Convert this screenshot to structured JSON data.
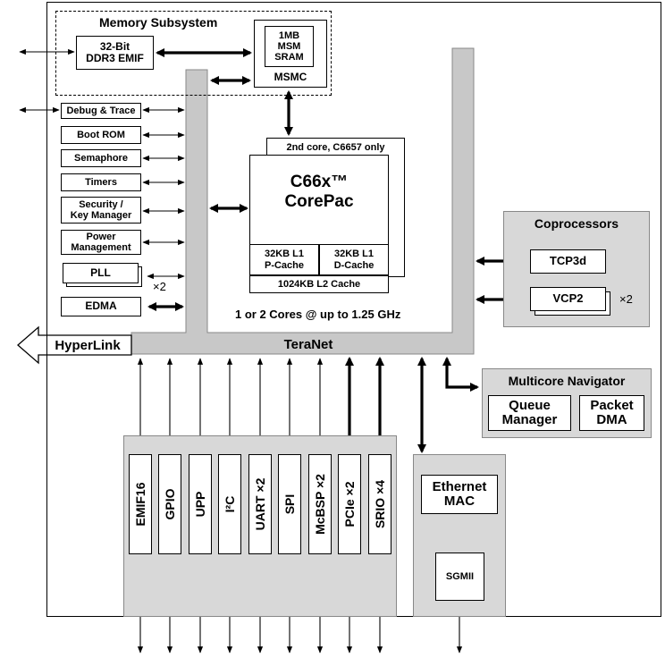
{
  "memory_subsystem": {
    "title": "Memory Subsystem",
    "ddr3": "32-Bit\nDDR3 EMIF",
    "sram": "1MB\nMSM\nSRAM",
    "msmc": "MSMC"
  },
  "left_blocks": {
    "debug": "Debug & Trace",
    "boot_rom": "Boot ROM",
    "semaphore": "Semaphore",
    "timers": "Timers",
    "security": "Security /\nKey Manager",
    "power": "Power\nManagement",
    "pll": "PLL",
    "pll_mult": "×2",
    "edma": "EDMA"
  },
  "corepac": {
    "second_core": "2nd core,  C6657 only",
    "title": "C66x™\nCorePac",
    "p_cache": "32KB L1\nP-Cache",
    "d_cache": "32KB L1\nD-Cache",
    "l2_cache": "1024KB L2 Cache",
    "cores_text": "1 or 2 Cores @ up to 1.25 GHz"
  },
  "coprocessors": {
    "title": "Coprocessors",
    "tcp3d": "TCP3d",
    "vcp2": "VCP2",
    "vcp2_mult": "×2"
  },
  "interconnect": {
    "hyperlink": "HyperLink",
    "teranet": "TeraNet"
  },
  "multicore_navigator": {
    "title": "Multicore Navigator",
    "queue_manager": "Queue\nManager",
    "packet_dma": "Packet\nDMA"
  },
  "peripherals": [
    "EMIF16",
    "GPIO",
    "UPP",
    "I²C",
    "UART ×2",
    "SPI",
    "McBSP ×2",
    "PCIe ×2",
    "SRIO ×4"
  ],
  "ethernet": {
    "mac": "Ethernet\nMAC",
    "sgmii": "SGMII"
  }
}
